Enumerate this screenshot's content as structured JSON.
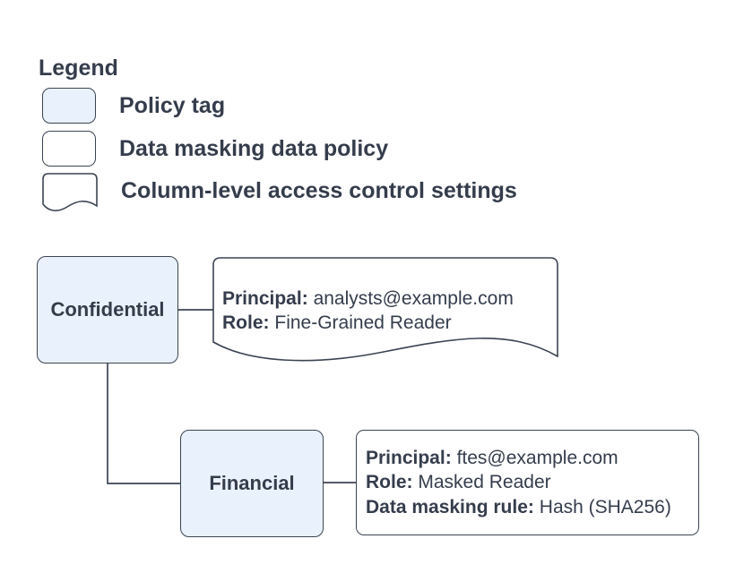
{
  "colors": {
    "policy_tag_fill": "#e9f1fc",
    "shape_stroke": "#3b4453",
    "text_color": "#353d4c",
    "background": "#ffffff"
  },
  "legend": {
    "title": "Legend",
    "items": [
      {
        "shape": "policy-tag-swatch",
        "label": "Policy tag"
      },
      {
        "shape": "data-masking-policy-swatch",
        "label": "Data masking data policy"
      },
      {
        "shape": "column-access-settings-swatch",
        "label": "Column-level access control settings"
      }
    ]
  },
  "diagram": {
    "nodes": [
      {
        "id": "confidential",
        "type": "policy-tag",
        "label": "Confidential"
      },
      {
        "id": "financial",
        "type": "policy-tag",
        "label": "Financial"
      }
    ],
    "confidential_settings": {
      "type": "column-level-access-control-settings",
      "lines": [
        {
          "label": "Principal:",
          "value": "analysts@example.com"
        },
        {
          "label": "Role:",
          "value": "Fine-Grained Reader"
        }
      ]
    },
    "financial_policy": {
      "type": "data-masking-data-policy",
      "lines": [
        {
          "label": "Principal:",
          "value": "ftes@example.com"
        },
        {
          "label": "Role:",
          "value": "Masked Reader"
        },
        {
          "label": "Data masking rule:",
          "value": "Hash (SHA256)"
        }
      ]
    }
  }
}
